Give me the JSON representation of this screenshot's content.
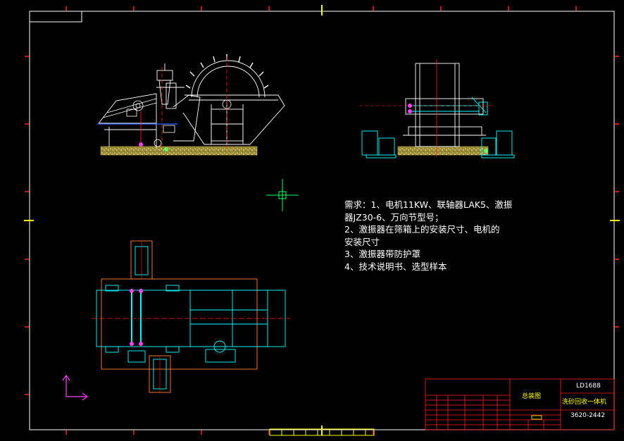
{
  "requirements": {
    "line1": "需求：1、电机11KW、联轴器LAK5、激振",
    "line2": "器JZ30-6、万向节型号；",
    "line3": "2、激振器在筛箱上的安装尺寸、电机的",
    "line4": "安装尺寸",
    "line5": "3、激振器带防护罩",
    "line6": "4、技术说明书、选型样本"
  },
  "title_block": {
    "drawing_name": "总装图",
    "model": "LD1688",
    "product_name": "洗砂回收一体机",
    "drawing_number": "3620-2442"
  },
  "colors": {
    "background": "#000000",
    "border": "#ffffff",
    "ticks": "#ff0000",
    "geometry": "#00ffff",
    "hidden": "#ff0000",
    "highlight": "#ff00ff",
    "foundation": "#c8b450",
    "crosshair": "#00ff00",
    "title_frame": "#ff0000"
  }
}
